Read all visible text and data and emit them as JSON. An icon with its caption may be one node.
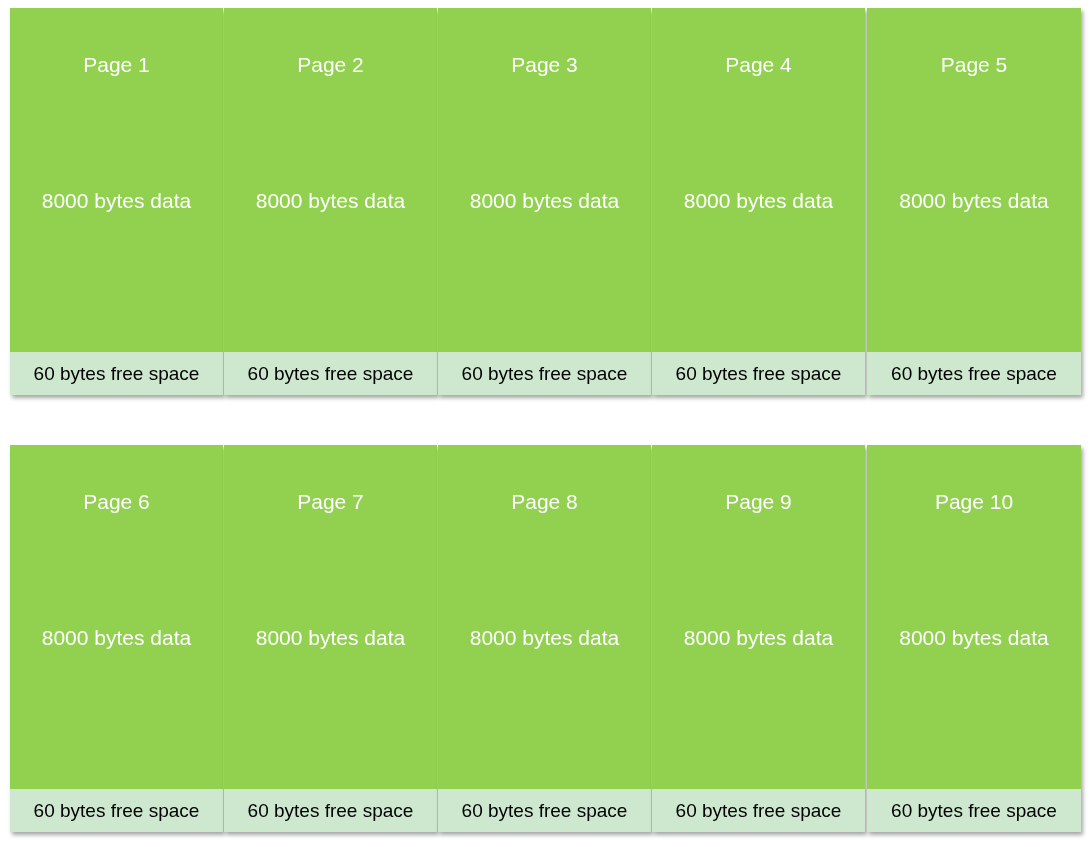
{
  "diagram": {
    "nodes": [
      {
        "text": [
          "Page 1",
          "8000 bytes data"
        ]
      },
      {
        "text": [
          "60 bytes free space"
        ],
        "in": 0
      },
      {
        "text": [
          "Page 2",
          "8000 bytes data"
        ]
      },
      {
        "text": [
          "60 bytes free space"
        ],
        "in": 2
      },
      {
        "text": [
          "Page 3",
          "8000 bytes data"
        ]
      },
      {
        "text": [
          "60 bytes free space"
        ],
        "in": 4
      },
      {
        "text": [
          "Page 4",
          "8000 bytes data"
        ]
      },
      {
        "text": [
          "60 bytes free space"
        ],
        "in": 6
      },
      {
        "text": [
          "Page 5",
          "8000 bytes data"
        ]
      },
      {
        "text": [
          "60 bytes free space"
        ],
        "in": 8
      },
      {
        "text": [
          "Page 6",
          "8000 bytes data"
        ]
      },
      {
        "text": [
          "60 bytes free space"
        ],
        "in": 10
      },
      {
        "text": [
          "Page 7",
          "8000 bytes data"
        ]
      },
      {
        "text": [
          "60 bytes free space"
        ],
        "in": 12
      },
      {
        "text": [
          "Page 8",
          "8000 bytes data"
        ]
      },
      {
        "text": [
          "60 bytes free space"
        ],
        "in": 14
      },
      {
        "text": [
          "Page 9",
          "8000 bytes data"
        ]
      },
      {
        "text": [
          "60 bytes free space"
        ],
        "in": 16
      },
      {
        "text": [
          "Page 10",
          "8000 bytes data"
        ]
      },
      {
        "text": [
          "60 bytes free space"
        ],
        "in": 18
      }
    ],
    "edges": []
  }
}
